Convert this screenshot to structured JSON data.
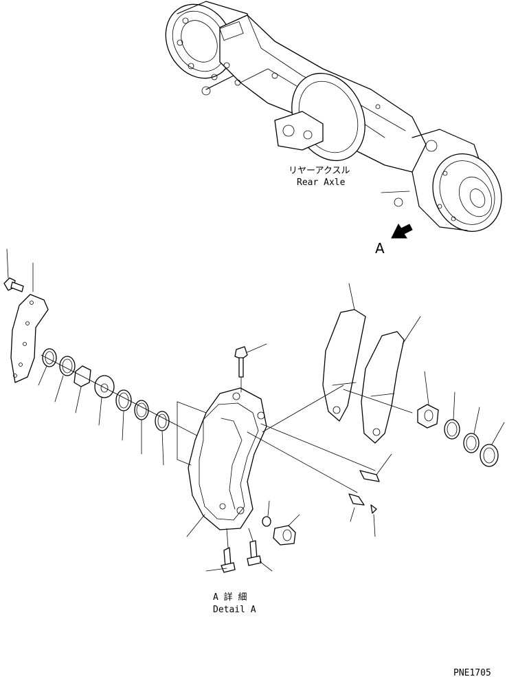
{
  "labels": {
    "rear_axle_jp": "リヤーアクスル",
    "rear_axle_en": "Rear Axle",
    "view_arrow_letter": "A",
    "detail_jp": "A 詳 細",
    "detail_en": "Detail A",
    "drawing_code": "PNE1705"
  }
}
